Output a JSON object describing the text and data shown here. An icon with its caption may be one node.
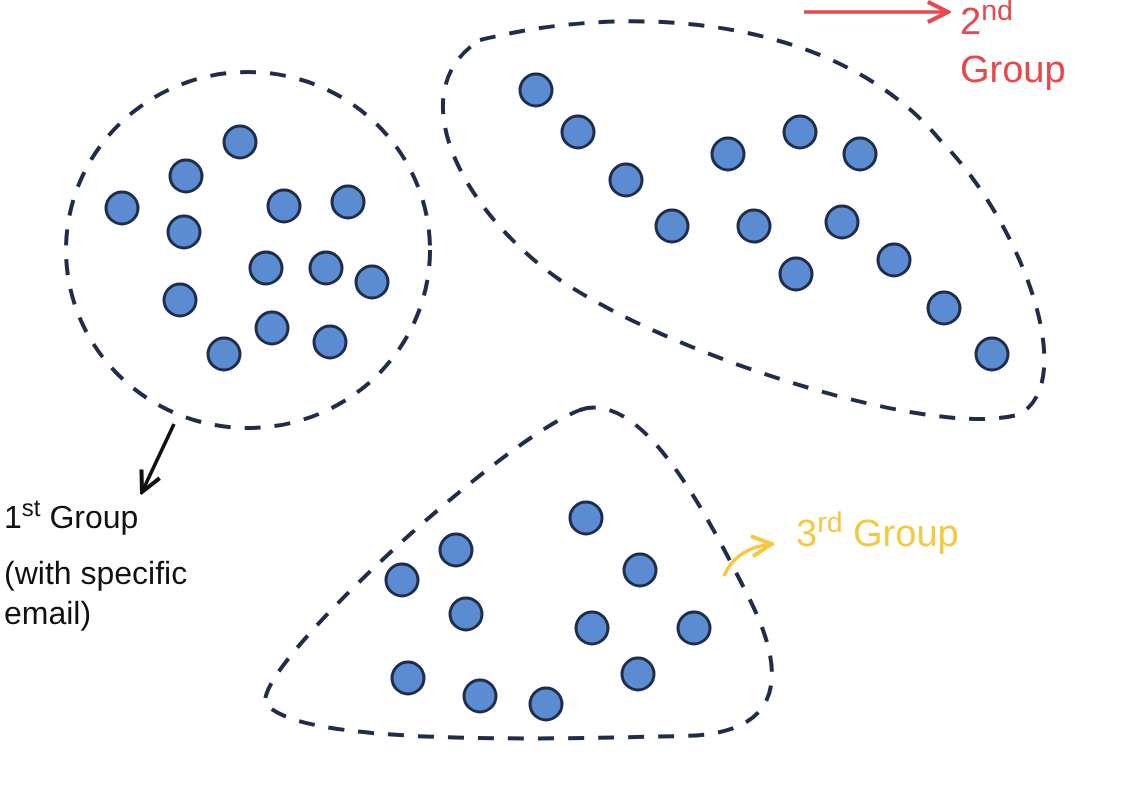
{
  "diagram": {
    "nodes": [
      {
        "text": [],
        "shape": "circle"
      },
      {
        "text": [],
        "shape": "blob"
      },
      {
        "text": [],
        "shape": "triangle"
      },
      {
        "text": [
          "1$^{st}$ Group",
          "(with specific email)"
        ]
      },
      {
        "text": [
          "2$^{nd}$ Group"
        ]
      },
      {
        "text": [
          "3$^{rd}$ Group"
        ]
      }
    ],
    "edges": [
      {
        "from": 0,
        "to": 3,
        "arrow": "to"
      },
      {
        "from": null,
        "to": 4,
        "arrow": "to",
        "color": "#e8474b"
      },
      {
        "from": 2,
        "to": 5,
        "arrow": "to",
        "color": "#f5c842"
      }
    ]
  }
}
